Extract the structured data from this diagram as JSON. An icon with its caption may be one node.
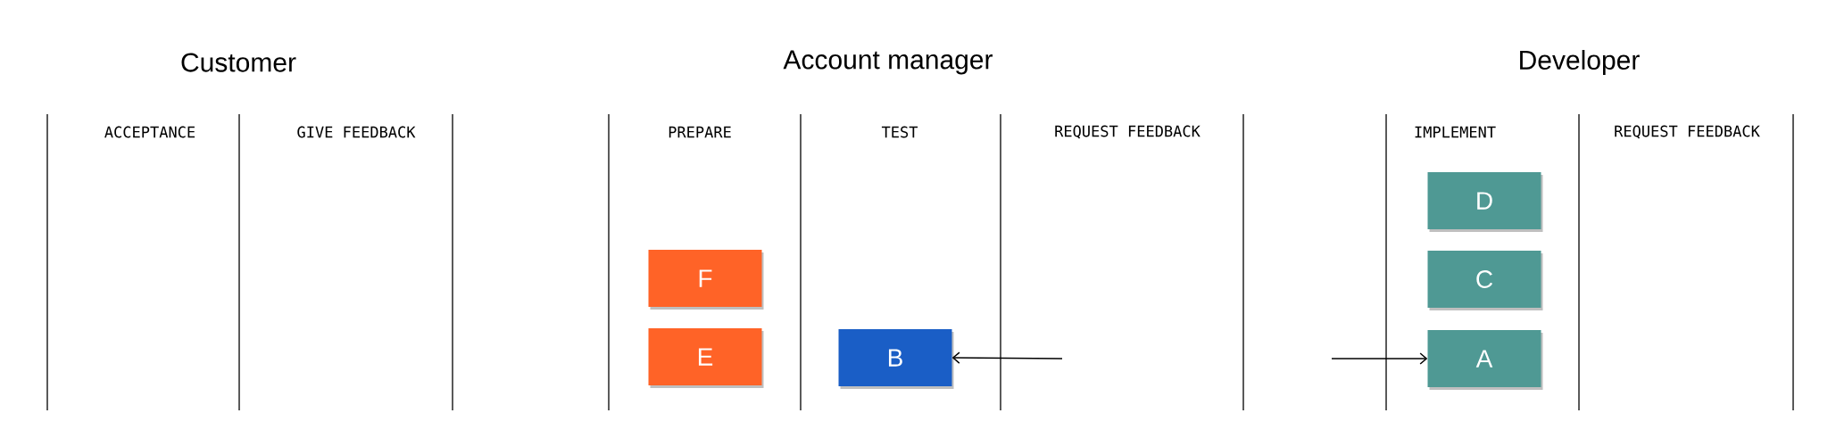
{
  "diagram": {
    "nodes": [
      {
        "text": [
          "F"
        ]
      },
      {
        "text": [
          "E"
        ]
      },
      {
        "text": [
          "B"
        ]
      },
      {
        "text": [
          "D"
        ]
      },
      {
        "text": [
          "C"
        ]
      },
      {
        "text": [
          "A"
        ]
      }
    ],
    "edges": [
      {
        "from": null,
        "to": 2,
        "arrow": "to"
      },
      {
        "from": null,
        "to": 5,
        "arrow": "to"
      }
    ],
    "labels": [
      "Customer",
      "Account manager",
      "Developer",
      "ACCEPTANCE",
      "GIVE FEEDBACK",
      "PREPARE",
      "TEST",
      "REQUEST FEEDBACK",
      "IMPLEMENT",
      "REQUEST FEEDBACK"
    ]
  }
}
